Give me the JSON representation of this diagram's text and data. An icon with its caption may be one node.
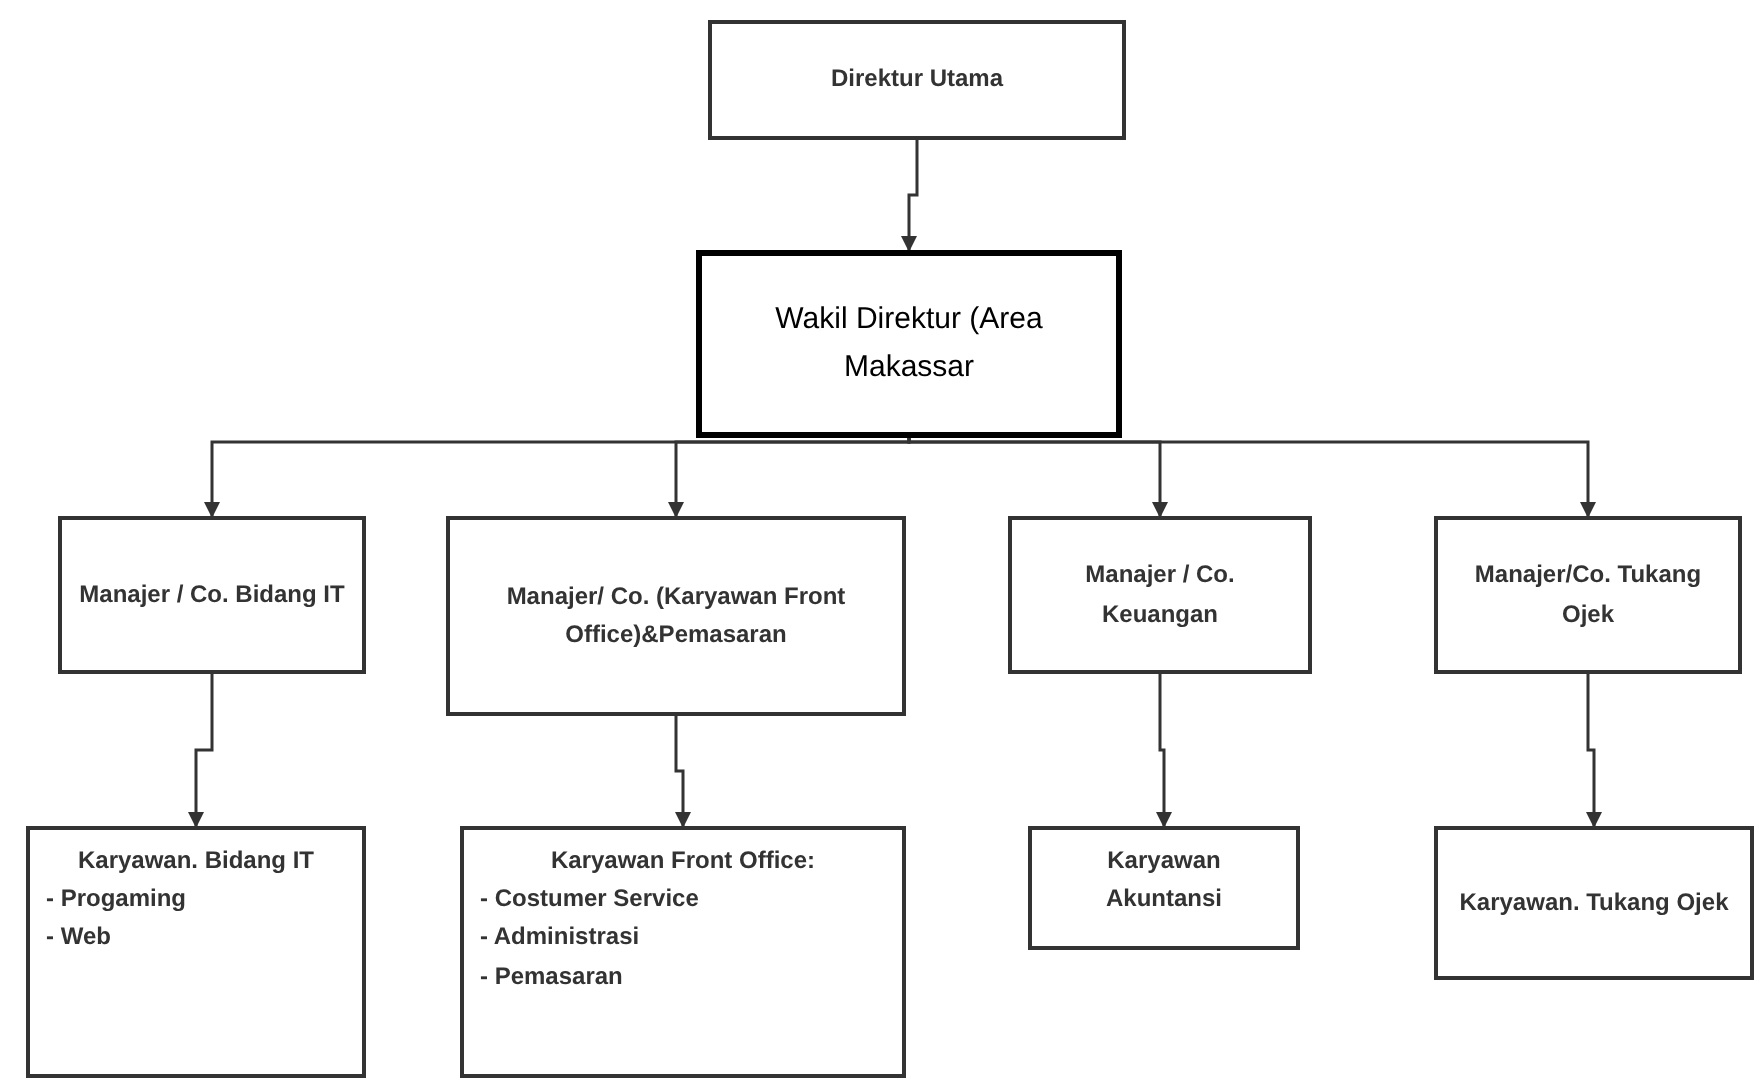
{
  "diagram": {
    "nodes": [
      {
        "text": [
          "Direktur Utama"
        ]
      },
      {
        "text": [
          "Wakil Direktur (Area Makassar"
        ]
      },
      {
        "text": [
          "Manajer / Co. Bidang IT"
        ]
      },
      {
        "text": [
          "Manajer/ Co. (Karyawan Front Office)&Pemasaran"
        ]
      },
      {
        "text": [
          "Manajer / Co. Keuangan"
        ]
      },
      {
        "text": [
          "Manajer/Co. Tukang Ojek"
        ]
      },
      {
        "text": [
          "Karyawan. Bidang IT",
          "- Progaming",
          "- Web"
        ]
      },
      {
        "text": [
          "Karyawan Front Office:",
          "- Costumer Service",
          "- Administrasi",
          "- Pemasaran"
        ]
      },
      {
        "text": [
          "Karyawan Akuntansi"
        ]
      },
      {
        "text": [
          "Karyawan. Tukang Ojek"
        ]
      }
    ],
    "edges": [
      {
        "from": 0,
        "to": 1,
        "arrow": "to"
      },
      {
        "from": 1,
        "to": 2,
        "arrow": "to"
      },
      {
        "from": 1,
        "to": 3,
        "arrow": "to"
      },
      {
        "from": 1,
        "to": 4,
        "arrow": "to"
      },
      {
        "from": 1,
        "to": 5,
        "arrow": "to"
      },
      {
        "from": 2,
        "to": 6,
        "arrow": "to"
      },
      {
        "from": 3,
        "to": 7,
        "arrow": "to"
      },
      {
        "from": 4,
        "to": 8,
        "arrow": "to"
      },
      {
        "from": 5,
        "to": 9,
        "arrow": "to"
      }
    ]
  }
}
